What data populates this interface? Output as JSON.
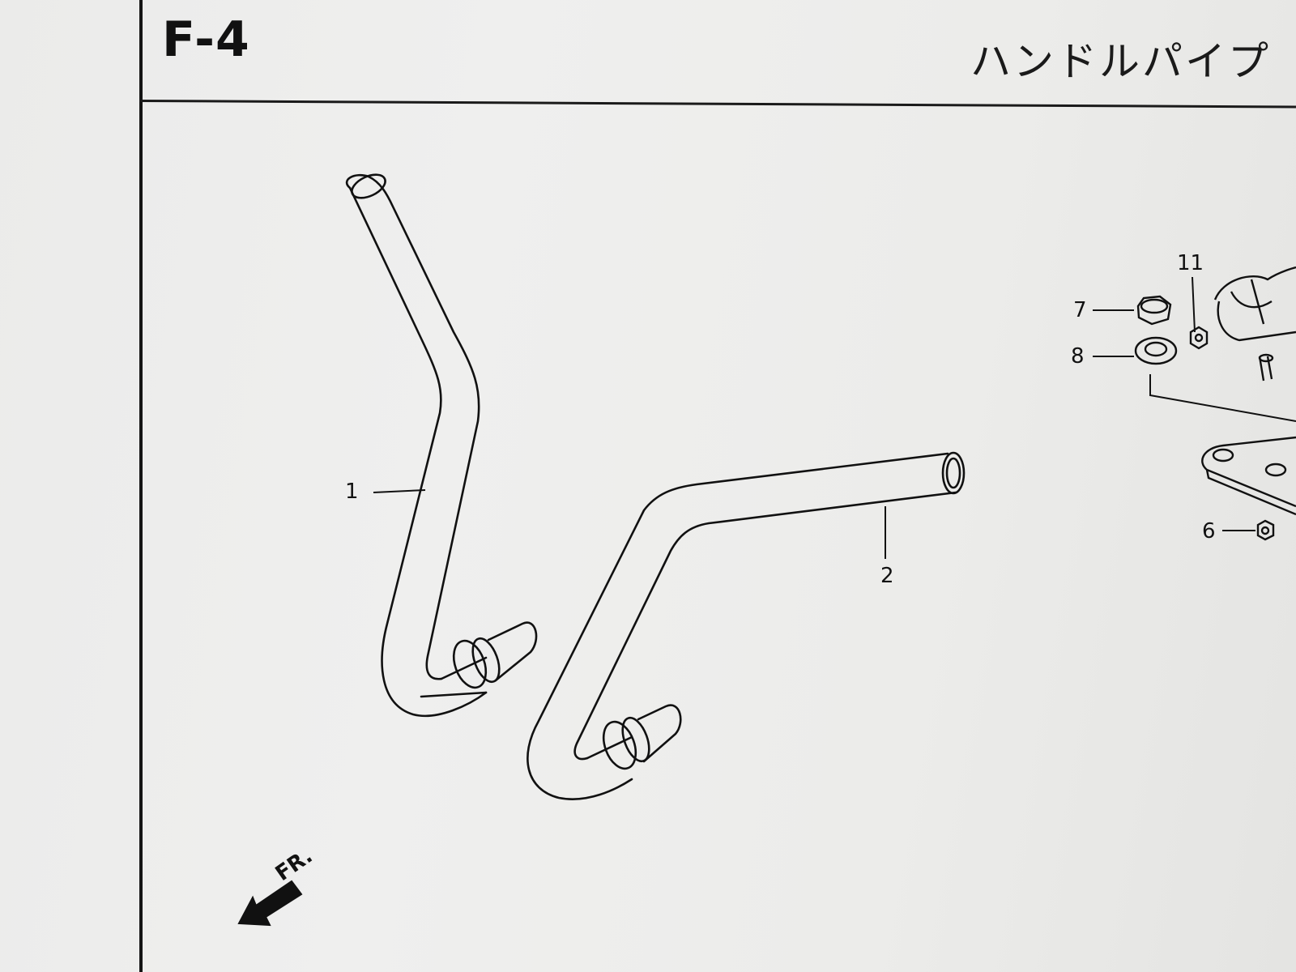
{
  "header": {
    "page_code": "F-4",
    "title": "ハンドルパイプ"
  },
  "callouts": {
    "c1": "1",
    "c2": "2",
    "c6": "6",
    "c7": "7",
    "c8": "8",
    "c11": "11"
  },
  "front_marker": {
    "label": "FR."
  }
}
